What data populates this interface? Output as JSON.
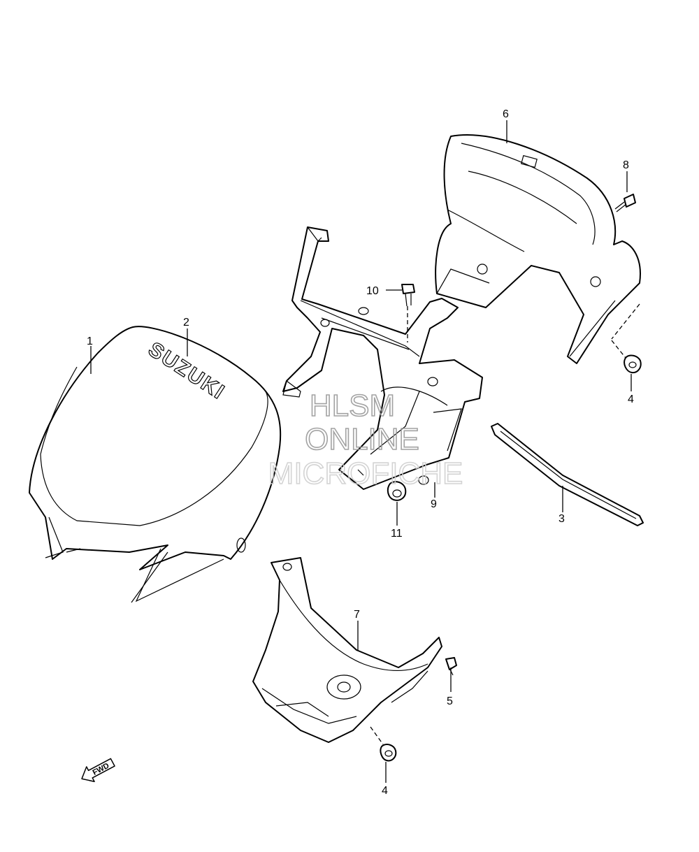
{
  "diagram": {
    "callouts": [
      {
        "id": "c1",
        "label": "1"
      },
      {
        "id": "c2",
        "label": "2"
      },
      {
        "id": "c3",
        "label": "3"
      },
      {
        "id": "c4a",
        "label": "4"
      },
      {
        "id": "c4b",
        "label": "4"
      },
      {
        "id": "c5",
        "label": "5"
      },
      {
        "id": "c6",
        "label": "6"
      },
      {
        "id": "c7",
        "label": "7"
      },
      {
        "id": "c8",
        "label": "8"
      },
      {
        "id": "c9",
        "label": "9"
      },
      {
        "id": "c10",
        "label": "10"
      },
      {
        "id": "c11",
        "label": "11"
      }
    ],
    "brand_text": "SUZUKI",
    "watermark": [
      "HLSM",
      "ONLINE",
      "MICROFICHE"
    ],
    "direction_label": "FWD"
  }
}
